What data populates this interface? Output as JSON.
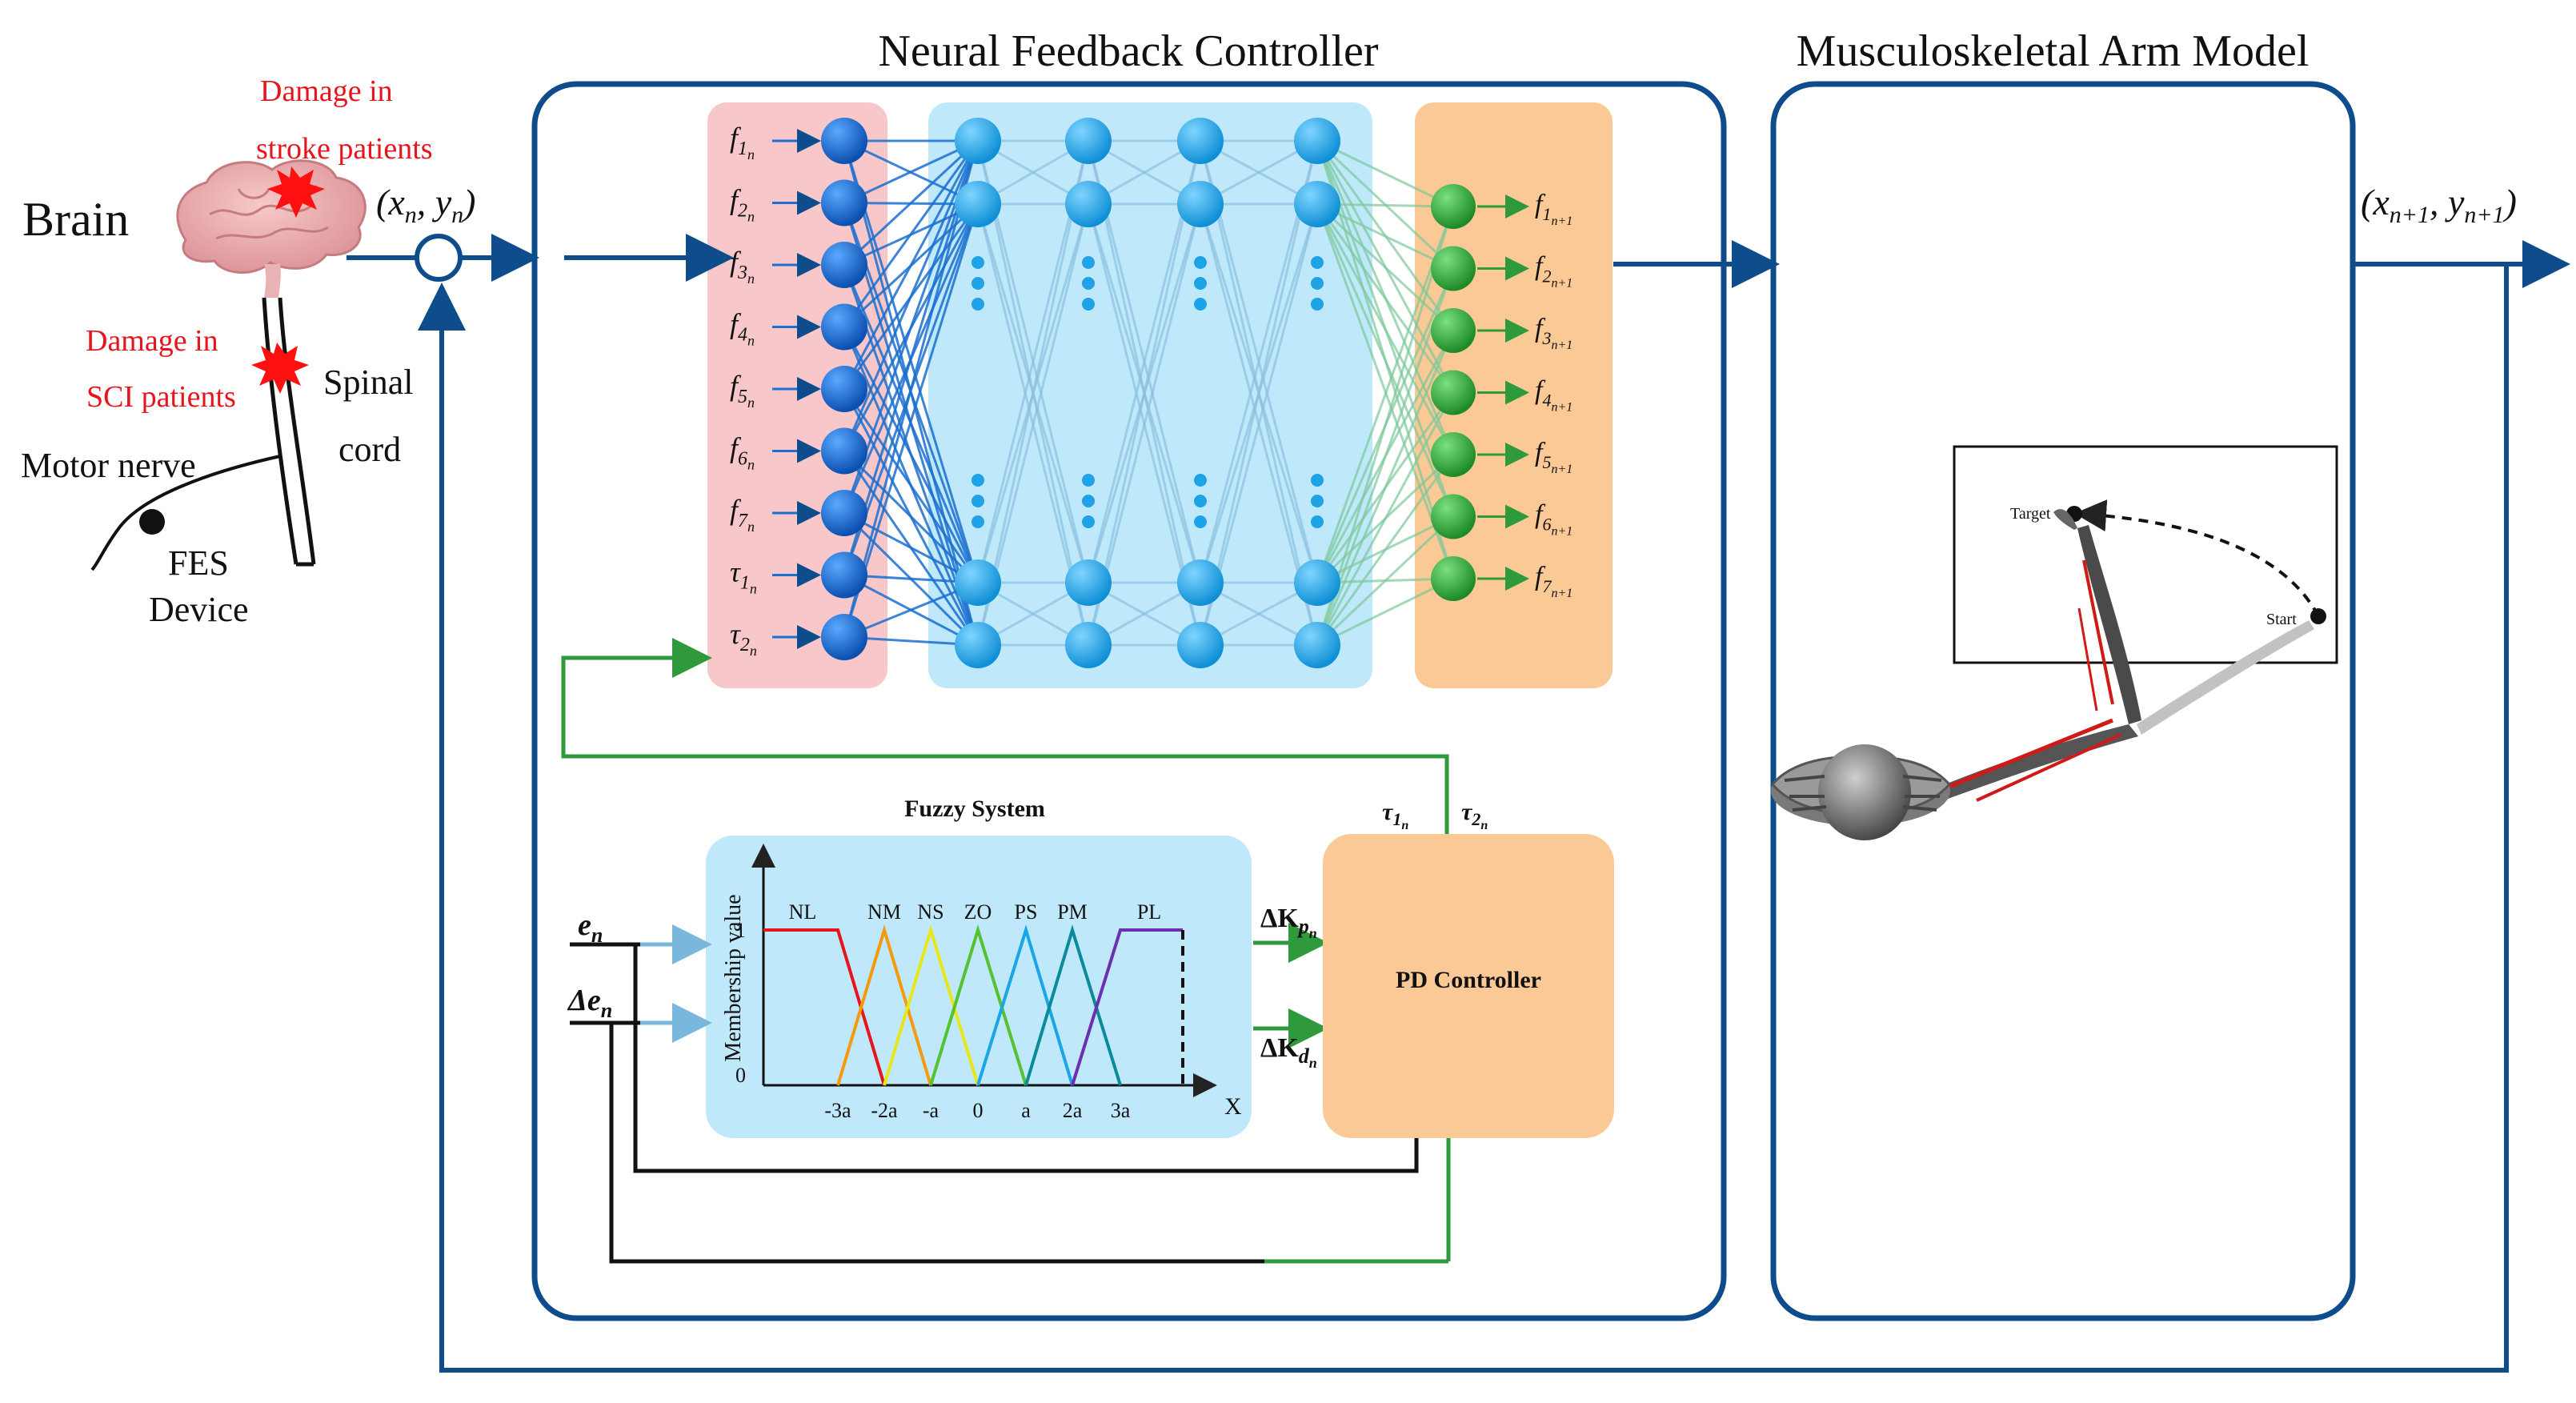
{
  "titles": {
    "controller": "Neural Feedback Controller",
    "arm_model": "Musculoskeletal Arm Model"
  },
  "body": {
    "brain": "Brain",
    "damage_stroke_1": "Damage in",
    "damage_stroke_2": "stroke patients",
    "damage_sci_1": "Damage in",
    "damage_sci_2": "SCI patients",
    "spinal_1": "Spinal",
    "spinal_2": "cord",
    "motor_nerve": "Motor nerve",
    "fes_1": "FES",
    "fes_2": "Device"
  },
  "signals": {
    "input_xy": "(x",
    "input_sub": "n",
    "input_mid": ", y",
    "input_end": ")",
    "output_xy": "(x",
    "output_sub": "n+1",
    "output_mid": ", y",
    "output_end": ")"
  },
  "network": {
    "inputs": [
      {
        "sym": "f",
        "sub": "1",
        "subsub": "n"
      },
      {
        "sym": "f",
        "sub": "2",
        "subsub": "n"
      },
      {
        "sym": "f",
        "sub": "3",
        "subsub": "n"
      },
      {
        "sym": "f",
        "sub": "4",
        "subsub": "n"
      },
      {
        "sym": "f",
        "sub": "5",
        "subsub": "n"
      },
      {
        "sym": "f",
        "sub": "6",
        "subsub": "n"
      },
      {
        "sym": "f",
        "sub": "7",
        "subsub": "n"
      },
      {
        "sym": "τ",
        "sub": "1",
        "subsub": "n"
      },
      {
        "sym": "τ",
        "sub": "2",
        "subsub": "n"
      }
    ],
    "outputs": [
      {
        "sym": "f",
        "sub": "1",
        "subsub": "n+1"
      },
      {
        "sym": "f",
        "sub": "2",
        "subsub": "n+1"
      },
      {
        "sym": "f",
        "sub": "3",
        "subsub": "n+1"
      },
      {
        "sym": "f",
        "sub": "4",
        "subsub": "n+1"
      },
      {
        "sym": "f",
        "sub": "5",
        "subsub": "n+1"
      },
      {
        "sym": "f",
        "sub": "6",
        "subsub": "n+1"
      },
      {
        "sym": "f",
        "sub": "7",
        "subsub": "n+1"
      }
    ]
  },
  "fuzzy": {
    "title": "Fuzzy System",
    "ylabel": "Membership value",
    "y1": "1",
    "y0": "0",
    "xaxis": "X",
    "sets": [
      "NL",
      "NM",
      "NS",
      "ZO",
      "PS",
      "PM",
      "PL"
    ],
    "ticks": [
      "-3a",
      "-2a",
      "-a",
      "0",
      "a",
      "2a",
      "3a"
    ],
    "in_e": "e",
    "in_e_sub": "n",
    "in_de": "Δe",
    "in_de_sub": "n",
    "out_kp": "ΔK",
    "out_kp_sub": "p",
    "out_kp_subsub": "n",
    "out_kd": "ΔK",
    "out_kd_sub": "d",
    "out_kd_subsub": "n"
  },
  "pd": {
    "label": "PD Controller",
    "tau1": "τ",
    "tau1_sub": "1",
    "tau1_subsub": "n",
    "tau2": "τ",
    "tau2_sub": "2",
    "tau2_subsub": "n"
  },
  "arm": {
    "target": "Target",
    "start": "Start"
  },
  "colors": {
    "frame": "#0f4c8c",
    "green": "#2e9a3c",
    "red": "#e8141c",
    "input_panel": "#f7c7c9",
    "hidden_panel": "#bfe9fb",
    "output_panel": "#fbc995",
    "fuzzy_panel": "#bfe9fb",
    "pd_panel": "#fbc995",
    "input_node": "#1a6fd0",
    "hidden_node": "#1fa2e6",
    "output_node": "#2ea53a"
  }
}
